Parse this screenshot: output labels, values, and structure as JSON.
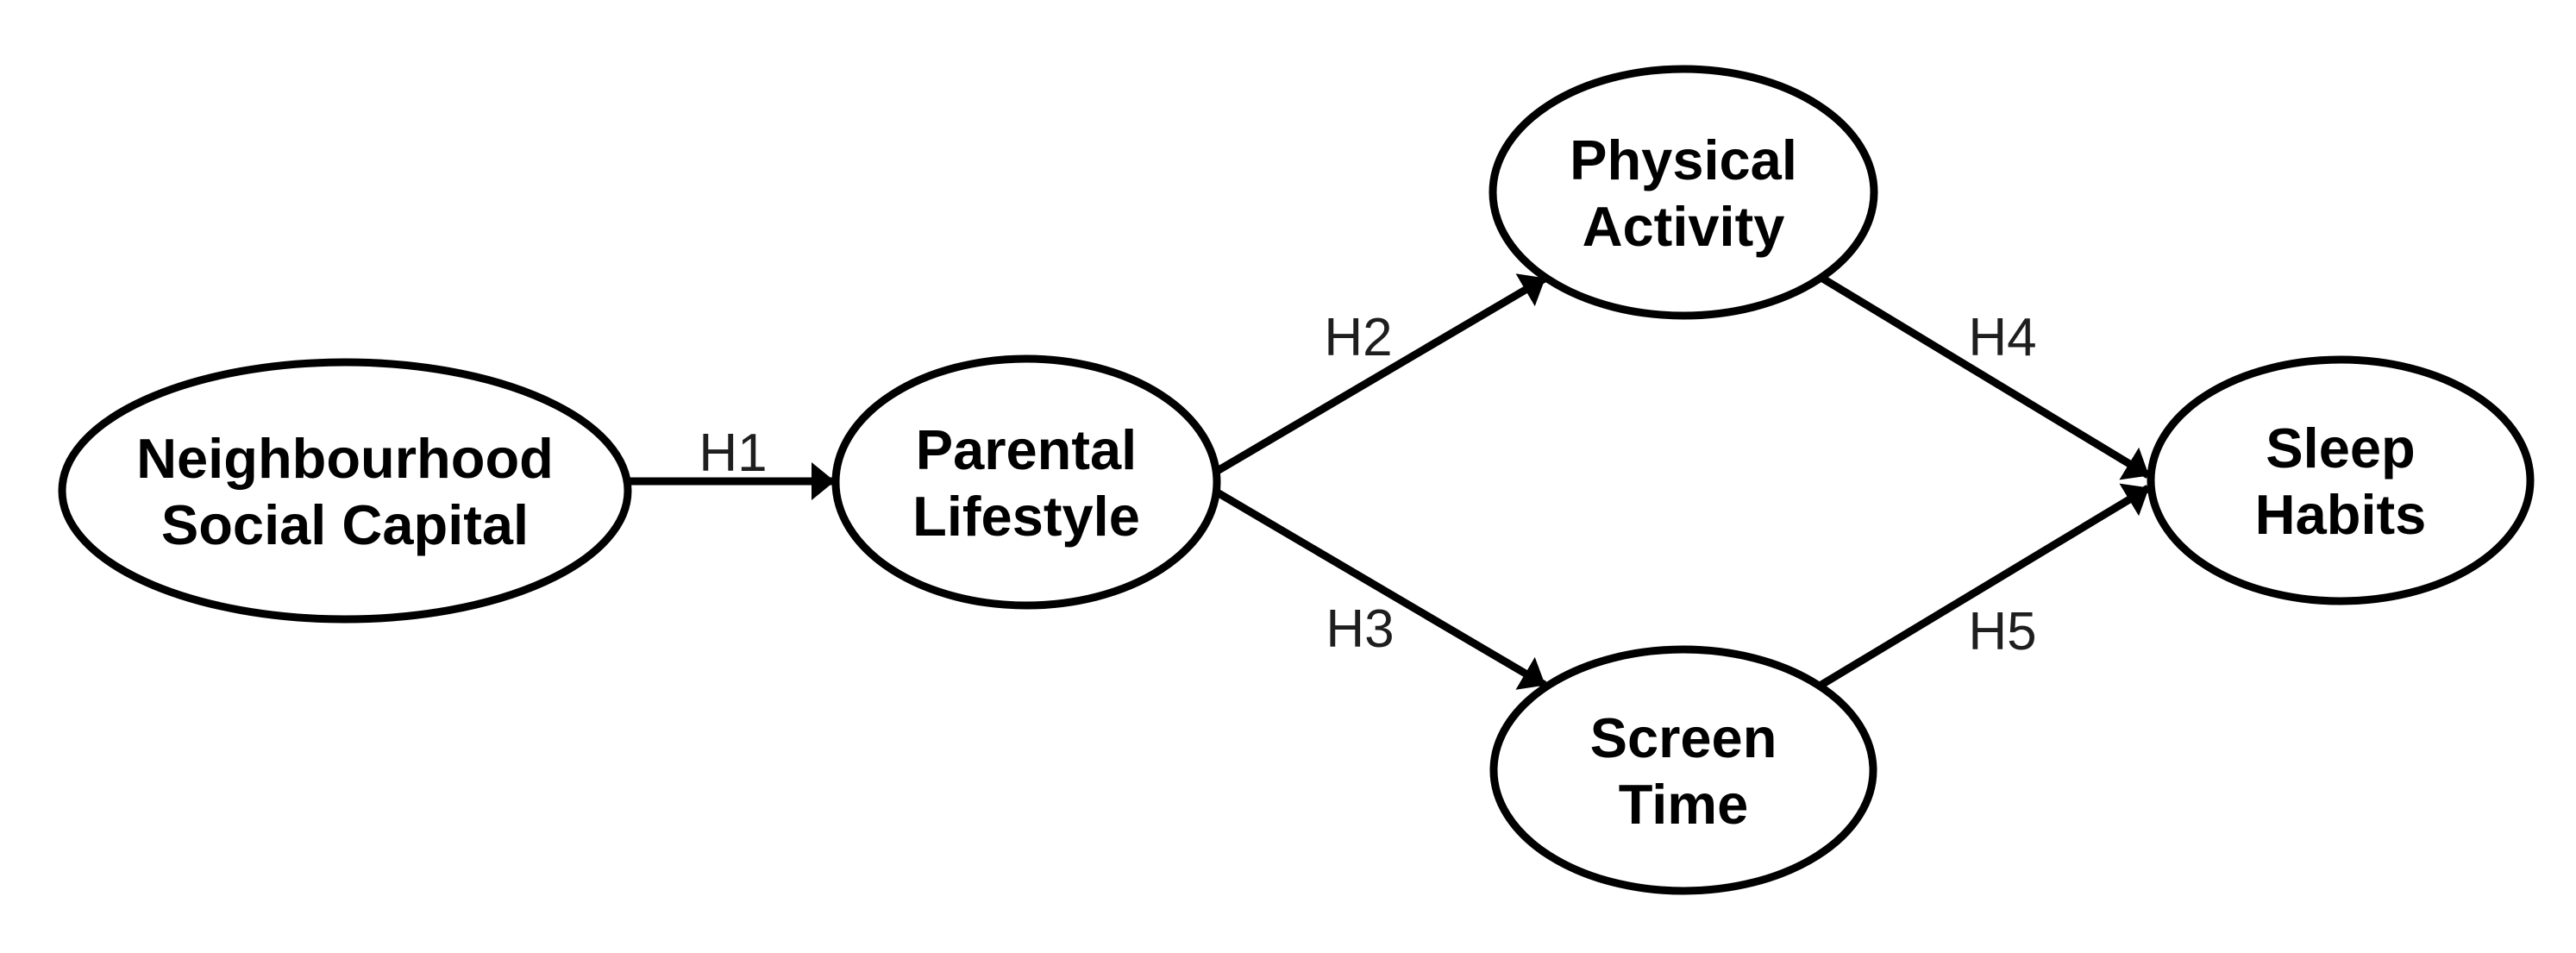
{
  "diagram": {
    "type": "path-model",
    "background_color": "#ffffff",
    "node_fill_color": "#ffffff",
    "node_stroke_color": "#000000",
    "edge_color": "#000000",
    "edge_label_color": "#1e1e1e",
    "nodes": [
      {
        "id": "neighbourhood-social-capital",
        "shape": "ellipse",
        "lines": [
          "Neighbourhood",
          "Social Capital"
        ]
      },
      {
        "id": "parental-lifestyle",
        "shape": "ellipse",
        "lines": [
          "Parental",
          "Lifestyle"
        ]
      },
      {
        "id": "physical-activity",
        "shape": "ellipse",
        "lines": [
          "Physical",
          "Activity"
        ]
      },
      {
        "id": "screen-time",
        "shape": "ellipse",
        "lines": [
          "Screen",
          "Time"
        ]
      },
      {
        "id": "sleep-habits",
        "shape": "ellipse",
        "lines": [
          "Sleep",
          "Habits"
        ]
      }
    ],
    "edges": [
      {
        "id": "h1",
        "label": "H1",
        "from": "neighbourhood-social-capital",
        "to": "parental-lifestyle"
      },
      {
        "id": "h2",
        "label": "H2",
        "from": "parental-lifestyle",
        "to": "physical-activity"
      },
      {
        "id": "h3",
        "label": "H3",
        "from": "parental-lifestyle",
        "to": "screen-time"
      },
      {
        "id": "h4",
        "label": "H4",
        "from": "physical-activity",
        "to": "sleep-habits"
      },
      {
        "id": "h5",
        "label": "H5",
        "from": "screen-time",
        "to": "sleep-habits"
      }
    ]
  }
}
